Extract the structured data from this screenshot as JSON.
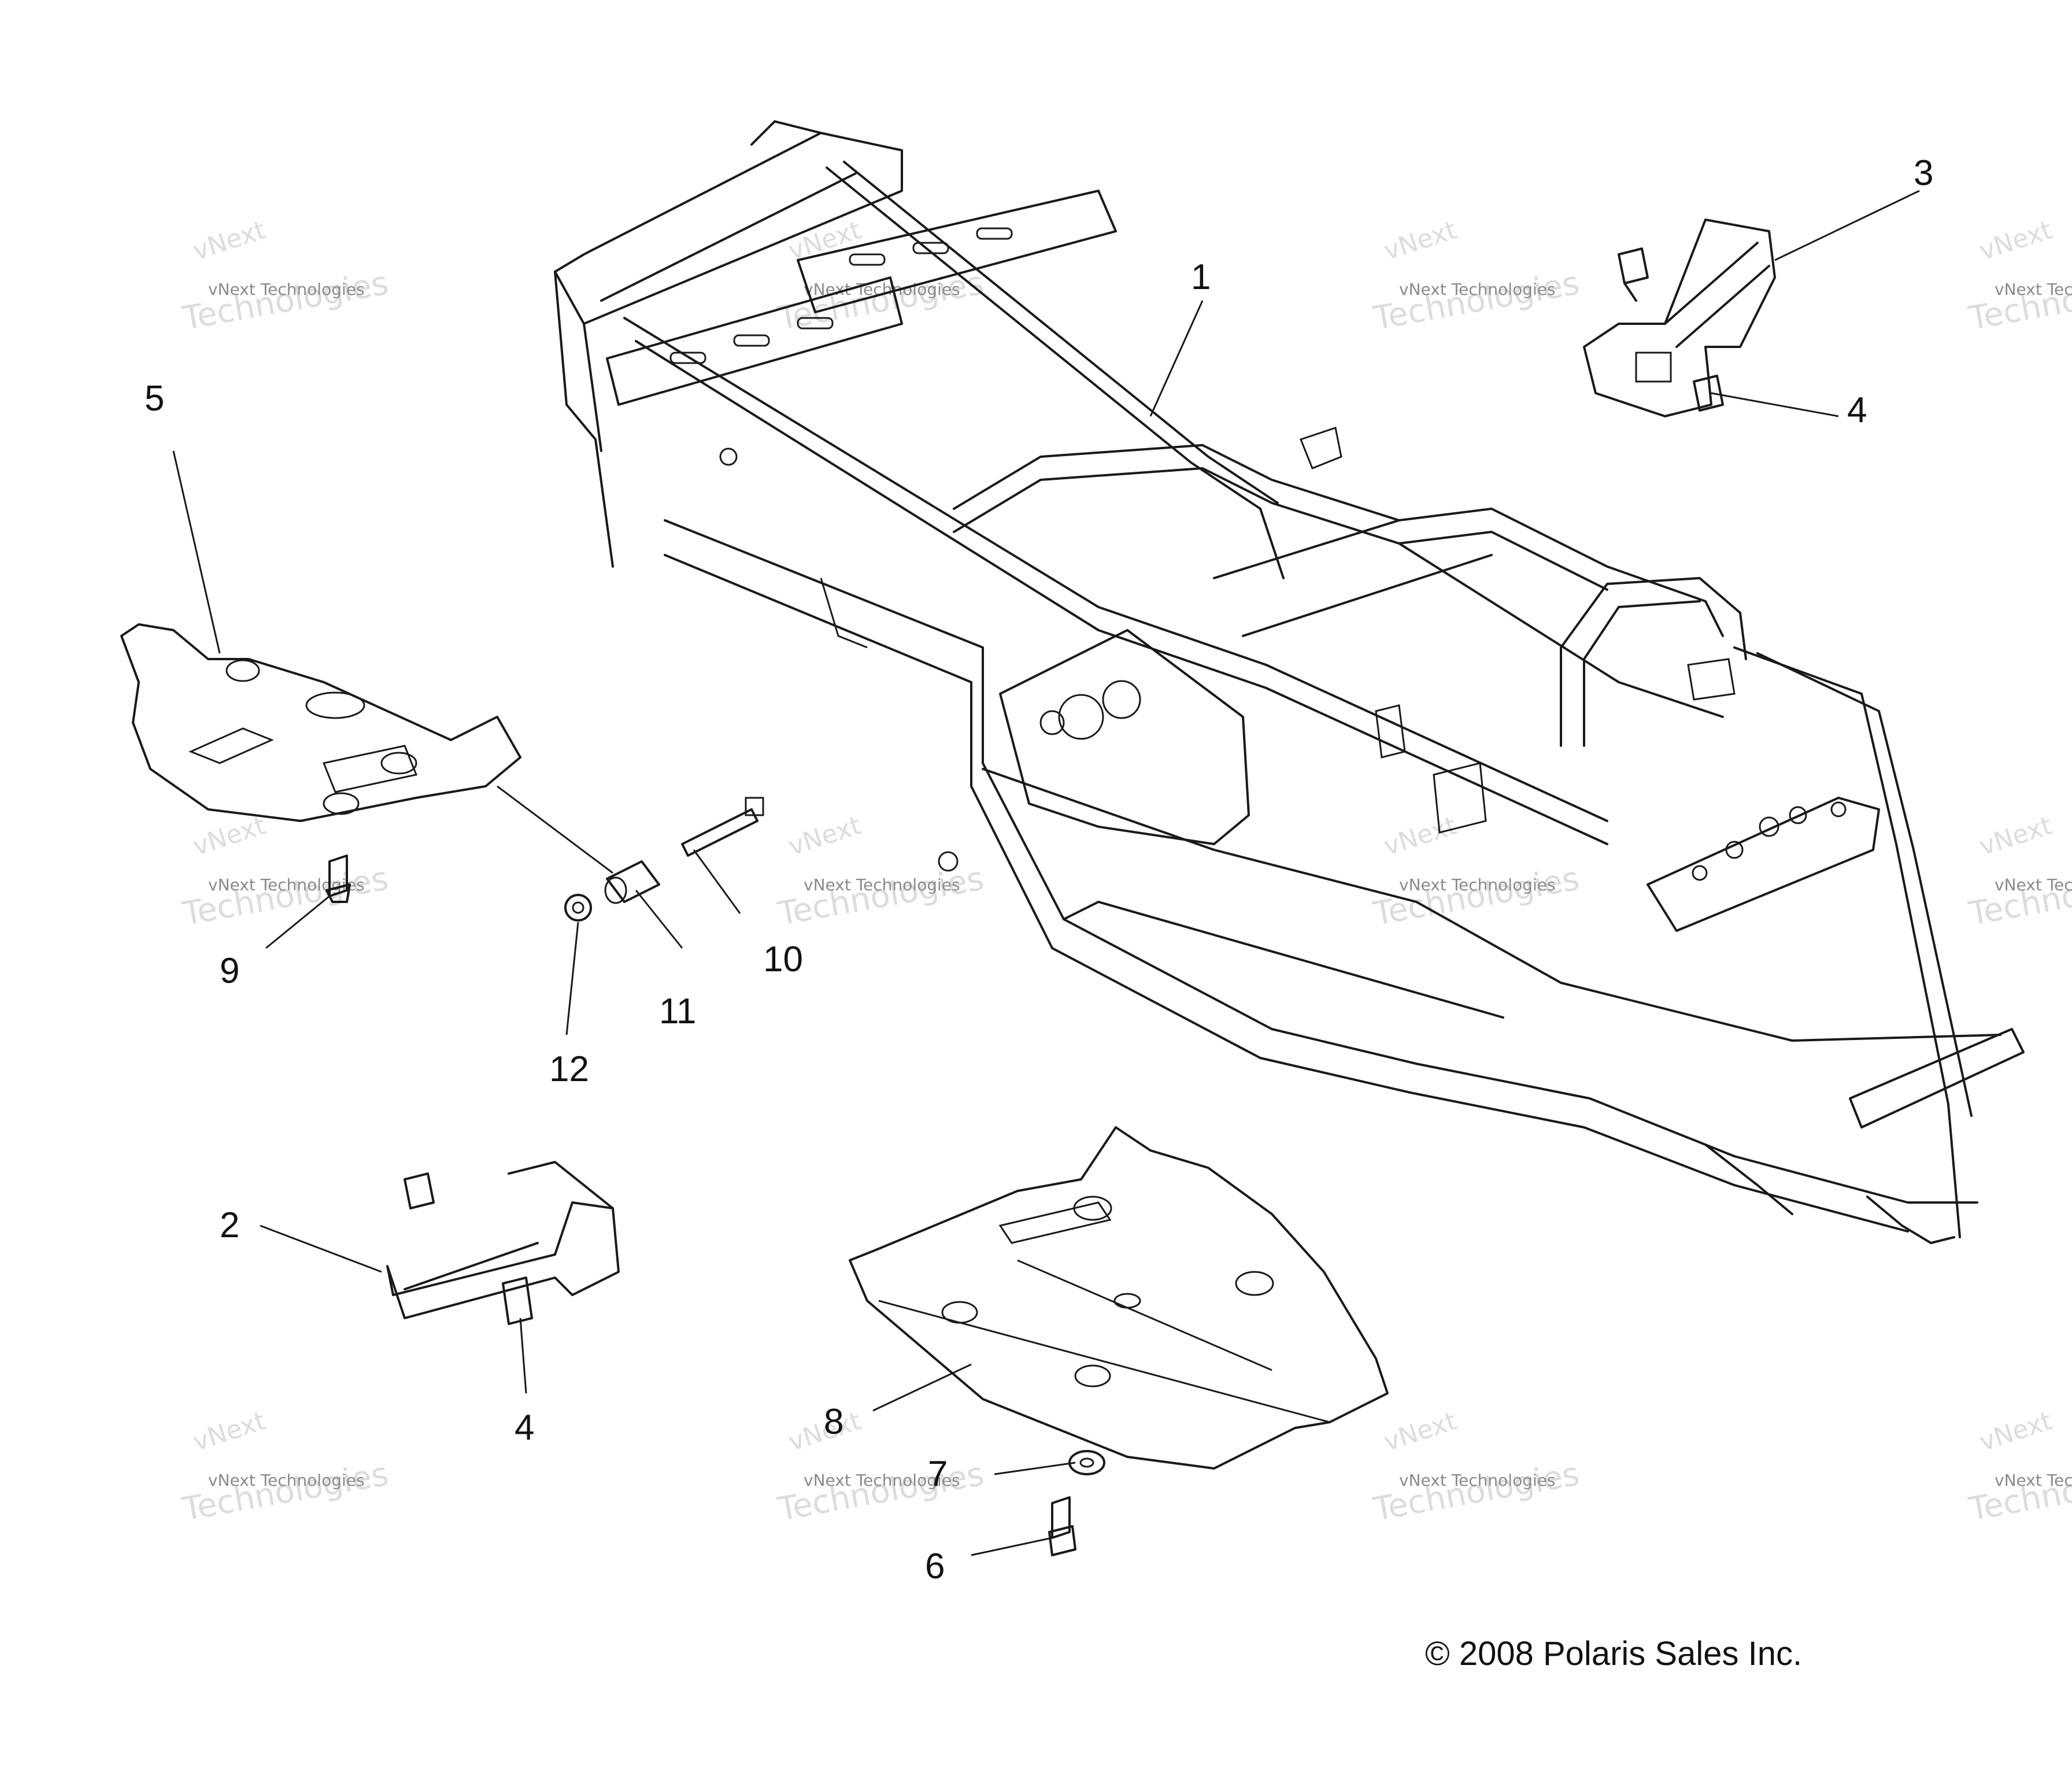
{
  "diagram": {
    "callouts": [
      "1",
      "2",
      "3",
      "4",
      "4",
      "5",
      "6",
      "7",
      "8",
      "9",
      "10",
      "11",
      "12"
    ],
    "watermark": {
      "line_top": "vNext",
      "line_small": "vNext Technologies",
      "line_big": "Technologies"
    },
    "copyright": "© 2008 Polaris Sales Inc."
  }
}
